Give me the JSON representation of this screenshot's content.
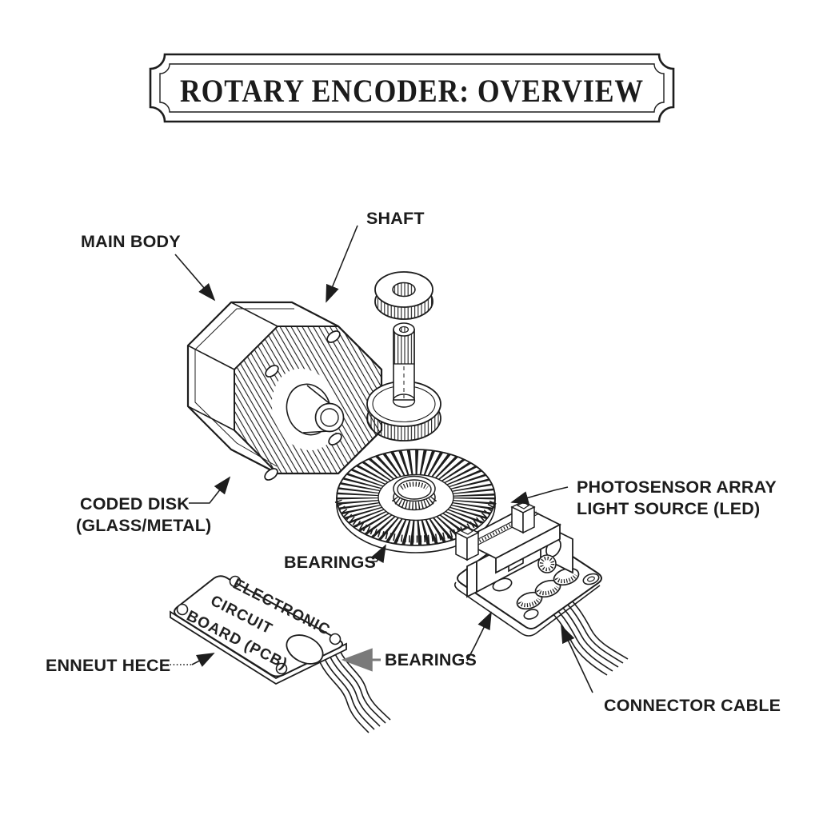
{
  "title_banner": {
    "text": "ROTARY ENCODER: OVERVIEW"
  },
  "part_labels": {
    "main_body": "MAIN BODY",
    "shaft": "SHAFT",
    "coded_disk_line1": "CODED DISK",
    "coded_disk_line2": "(GLASS/METAL)",
    "bearings_upper": "BEARINGS",
    "photosensor_array_line1": "PHOTOSENSOR ARRAY",
    "photosensor_array_line2": "LIGHT SOURCE (LED)",
    "pcb_pointer": "ENNEUT HECE",
    "bearings_lower": "BEARINGS",
    "connector_cable": "CONNECTOR CABLE"
  },
  "pcb_surface_text": {
    "line1": "ELECTRONIC",
    "line2": "CIRCUIT",
    "line3": "BOARD (PCB)"
  },
  "colors": {
    "ink": "#1d1d1d",
    "background": "#ffffff",
    "leader_gray": "#7a7a7a"
  }
}
